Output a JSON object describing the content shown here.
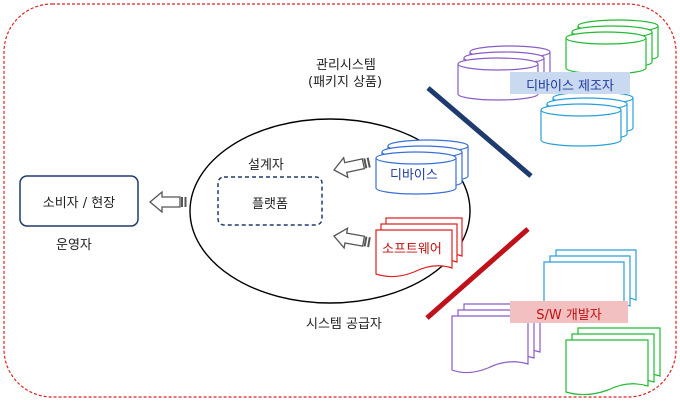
{
  "labels": {
    "consumer": "소비자 / 현장",
    "operator": "운영자",
    "designer": "설계자",
    "platform": "플랫폼",
    "device": "디바이스",
    "software": "소프트웨어",
    "mgmt_line1": "관리시스템",
    "mgmt_line2": "(패키지 상품)",
    "supplier": "시스템 공급자",
    "device_maker": "디바이스 제조자",
    "sw_developer": "S/W 개발자"
  },
  "colors": {
    "outer_border": "#e02020",
    "navy_bar": "#1f3b6e",
    "red_bar": "#c0101a",
    "purple": "#8a5cc8",
    "green": "#22bb33",
    "cyan": "#2a9fd8",
    "device_tag_bg": "#c9d9f0",
    "sw_tag_bg": "#f2c0c0",
    "blue_text": "#1f3ba0",
    "red_text": "#c01010"
  },
  "icons": [
    "hollow-arrow-left-icon",
    "database-stack-icon",
    "document-stack-icon"
  ]
}
